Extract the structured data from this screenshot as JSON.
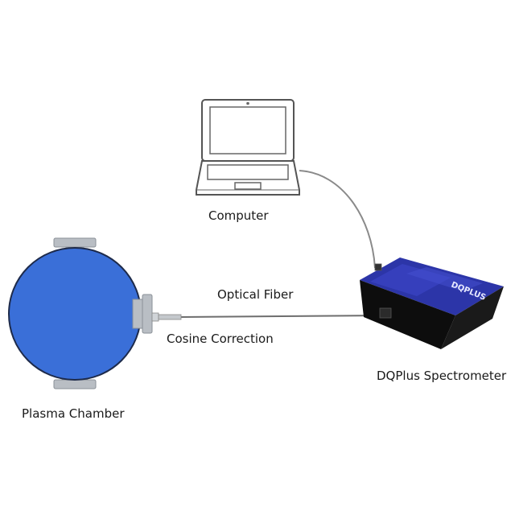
{
  "labels": {
    "computer": "Computer",
    "optical_fiber": "Optical Fiber",
    "cosine_correction": "Cosine Correction",
    "spectrometer": "DQPlus Spectrometer",
    "plasma_chamber": "Plasma Chamber"
  },
  "device_brand": "DQPLUS",
  "colors": {
    "chamber_fill": "#3a6fd8",
    "chamber_outline": "#1d2a4a",
    "flange": "#b9bec4",
    "spectrometer_top": "#2c35a8",
    "spectrometer_side": "#111111",
    "laptop_outline": "#555555",
    "cable": "#7a7a7a"
  }
}
